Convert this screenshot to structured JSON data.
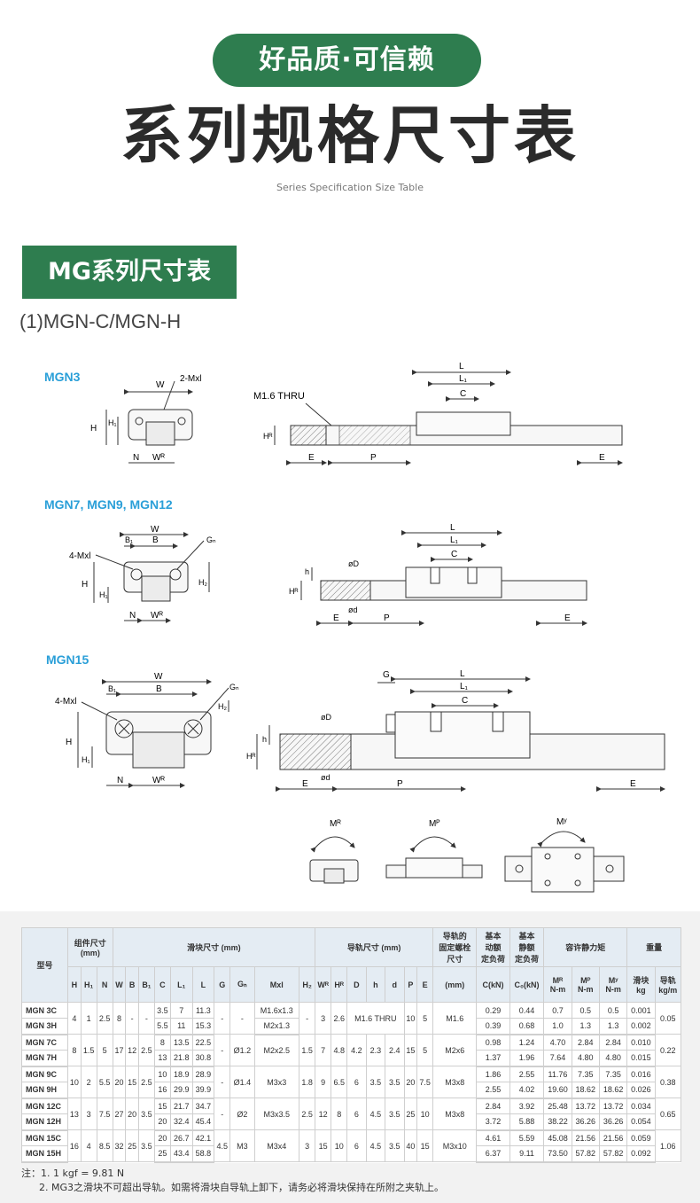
{
  "header": {
    "slogan": "好品质·可信赖",
    "title": "系列规格尺寸表",
    "subtitle": "Series Specification Size Table"
  },
  "section": {
    "title": "MG系列尺寸表",
    "subtitle": "(1)MGN-C/MGN-H"
  },
  "diagrams": {
    "mgn3": {
      "label": "MGN3",
      "dims": {
        "w": "W",
        "mxl": "2-Mxl",
        "h": "H",
        "h1": "H₁",
        "n": "N",
        "wr": "Wᴿ",
        "thru": "M1.6 THRU",
        "l": "L",
        "l1": "L₁",
        "c": "C",
        "hr": "Hᴿ",
        "e": "E",
        "p": "P",
        "e2": "E"
      }
    },
    "mgn7": {
      "label": "MGN7, MGN9, MGN12",
      "dims": {
        "w": "W",
        "b1": "B₁",
        "b": "B",
        "gn": "Gₙ",
        "mxl": "4-Mxl",
        "h": "H",
        "h1": "H₁",
        "h2": "H₂",
        "n": "N",
        "wr": "Wᴿ",
        "d": "øD",
        "d2": "ød",
        "h_small": "h",
        "hr": "Hᴿ",
        "l": "L",
        "l1": "L₁",
        "c": "C",
        "e": "E",
        "p": "P",
        "e2": "E"
      }
    },
    "mgn15": {
      "label": "MGN15",
      "dims": {
        "w": "W",
        "b1": "B₁",
        "b": "B",
        "gn": "Gₙ",
        "mxl": "4-Mxl",
        "h": "H",
        "h1": "H₁",
        "h2": "H₂",
        "n": "N",
        "wr": "Wᴿ",
        "g": "G",
        "d": "øD",
        "d2": "ød",
        "h_small": "h",
        "hr": "Hᴿ",
        "l": "L",
        "l1": "L₁",
        "c": "C",
        "e": "E",
        "p": "P",
        "e2": "E"
      }
    },
    "moments": {
      "mr": "Mᴿ",
      "mp": "Mᴾ",
      "my": "Mʸ"
    }
  },
  "table": {
    "group_headers": {
      "model": "型号",
      "assembly": "组件尺寸\n(mm)",
      "block": "滑块尺寸 (mm)",
      "rail": "导轨尺寸 (mm)",
      "bolt": "导轨的\n固定螺栓\n尺寸",
      "dynamic": "基本\n动额\n定负荷",
      "static": "基本\n静额\n定负荷",
      "moment": "容许静力矩",
      "weight": "重量"
    },
    "sub_headers": [
      "H",
      "H₁",
      "N",
      "W",
      "B",
      "B₁",
      "C",
      "L₁",
      "L",
      "G",
      "Gₙ",
      "Mxl",
      "H₂",
      "Wᴿ",
      "Hᴿ",
      "D",
      "h",
      "d",
      "P",
      "E",
      "(mm)",
      "C(kN)",
      "C₀(kN)",
      "Mᴿ\nN-m",
      "Mᴾ\nN-m",
      "Mʸ\nN-m",
      "滑块\nkg",
      "导轨\nkg/m"
    ],
    "groups": [
      {
        "shared": {
          "h": "4",
          "h1": "1",
          "n": "2.5",
          "w": "8",
          "b": "-",
          "b1": "-",
          "g": "-",
          "gn": "-",
          "h2": "-",
          "wr": "3",
          "hr": "2.6",
          "dhd": "M1.6 THRU",
          "p": "10",
          "e": "5",
          "bolt": "M1.6",
          "rail_kg": "0.05"
        },
        "rows": [
          {
            "model": "MGN 3C",
            "c": "3.5",
            "l1": "7",
            "l": "11.3",
            "mxl": "M1.6x1.3",
            "dyn": "0.29",
            "sta": "0.44",
            "mr": "0.7",
            "mp": "0.5",
            "my": "0.5",
            "blk_kg": "0.001"
          },
          {
            "model": "MGN 3H",
            "c": "5.5",
            "l1": "11",
            "l": "15.3",
            "mxl": "M2x1.3",
            "dyn": "0.39",
            "sta": "0.68",
            "mr": "1.0",
            "mp": "1.3",
            "my": "1.3",
            "blk_kg": "0.002"
          }
        ]
      },
      {
        "shared": {
          "h": "8",
          "h1": "1.5",
          "n": "5",
          "w": "17",
          "b": "12",
          "b1": "2.5",
          "g": "-",
          "gn": "Ø1.2",
          "mxl": "M2x2.5",
          "h2": "1.5",
          "wr": "7",
          "hr": "4.8",
          "d": "4.2",
          "hh": "2.3",
          "dd": "2.4",
          "p": "15",
          "e": "5",
          "bolt": "M2x6",
          "rail_kg": "0.22"
        },
        "rows": [
          {
            "model": "MGN 7C",
            "c": "8",
            "l1": "13.5",
            "l": "22.5",
            "dyn": "0.98",
            "sta": "1.24",
            "mr": "4.70",
            "mp": "2.84",
            "my": "2.84",
            "blk_kg": "0.010"
          },
          {
            "model": "MGN 7H",
            "c": "13",
            "l1": "21.8",
            "l": "30.8",
            "dyn": "1.37",
            "sta": "1.96",
            "mr": "7.64",
            "mp": "4.80",
            "my": "4.80",
            "blk_kg": "0.015"
          }
        ]
      },
      {
        "shared": {
          "h": "10",
          "h1": "2",
          "n": "5.5",
          "w": "20",
          "b": "15",
          "b1": "2.5",
          "g": "-",
          "gn": "Ø1.4",
          "mxl": "M3x3",
          "h2": "1.8",
          "wr": "9",
          "hr": "6.5",
          "d": "6",
          "hh": "3.5",
          "dd": "3.5",
          "p": "20",
          "e": "7.5",
          "bolt": "M3x8",
          "rail_kg": "0.38"
        },
        "rows": [
          {
            "model": "MGN 9C",
            "c": "10",
            "l1": "18.9",
            "l": "28.9",
            "dyn": "1.86",
            "sta": "2.55",
            "mr": "11.76",
            "mp": "7.35",
            "my": "7.35",
            "blk_kg": "0.016"
          },
          {
            "model": "MGN 9H",
            "c": "16",
            "l1": "29.9",
            "l": "39.9",
            "dyn": "2.55",
            "sta": "4.02",
            "mr": "19.60",
            "mp": "18.62",
            "my": "18.62",
            "blk_kg": "0.026"
          }
        ]
      },
      {
        "shared": {
          "h": "13",
          "h1": "3",
          "n": "7.5",
          "w": "27",
          "b": "20",
          "b1": "3.5",
          "g": "-",
          "gn": "Ø2",
          "mxl": "M3x3.5",
          "h2": "2.5",
          "wr": "12",
          "hr": "8",
          "d": "6",
          "hh": "4.5",
          "dd": "3.5",
          "p": "25",
          "e": "10",
          "bolt": "M3x8",
          "rail_kg": "0.65"
        },
        "rows": [
          {
            "model": "MGN 12C",
            "c": "15",
            "l1": "21.7",
            "l": "34.7",
            "dyn": "2.84",
            "sta": "3.92",
            "mr": "25.48",
            "mp": "13.72",
            "my": "13.72",
            "blk_kg": "0.034"
          },
          {
            "model": "MGN 12H",
            "c": "20",
            "l1": "32.4",
            "l": "45.4",
            "dyn": "3.72",
            "sta": "5.88",
            "mr": "38.22",
            "mp": "36.26",
            "my": "36.26",
            "blk_kg": "0.054"
          }
        ]
      },
      {
        "shared": {
          "h": "16",
          "h1": "4",
          "n": "8.5",
          "w": "32",
          "b": "25",
          "b1": "3.5",
          "g": "4.5",
          "gn": "M3",
          "mxl": "M3x4",
          "h2": "3",
          "wr": "15",
          "hr": "10",
          "d": "6",
          "hh": "4.5",
          "dd": "3.5",
          "p": "40",
          "e": "15",
          "bolt": "M3x10",
          "rail_kg": "1.06"
        },
        "rows": [
          {
            "model": "MGN 15C",
            "c": "20",
            "l1": "26.7",
            "l": "42.1",
            "dyn": "4.61",
            "sta": "5.59",
            "mr": "45.08",
            "mp": "21.56",
            "my": "21.56",
            "blk_kg": "0.059"
          },
          {
            "model": "MGN 15H",
            "c": "25",
            "l1": "43.4",
            "l": "58.8",
            "dyn": "6.37",
            "sta": "9.11",
            "mr": "73.50",
            "mp": "57.82",
            "my": "57.82",
            "blk_kg": "0.092"
          }
        ]
      }
    ],
    "notes": [
      "注：1. 1 kgf = 9.81 N",
      "2. MG3之滑块不可超出导轨。如需将滑块自导轨上卸下，请务必将滑块保持在所附之夹轨上。"
    ]
  },
  "colors": {
    "brand_green": "#2e7d4f",
    "label_blue": "#2a9fd8",
    "table_header": "#e4ecf3"
  }
}
